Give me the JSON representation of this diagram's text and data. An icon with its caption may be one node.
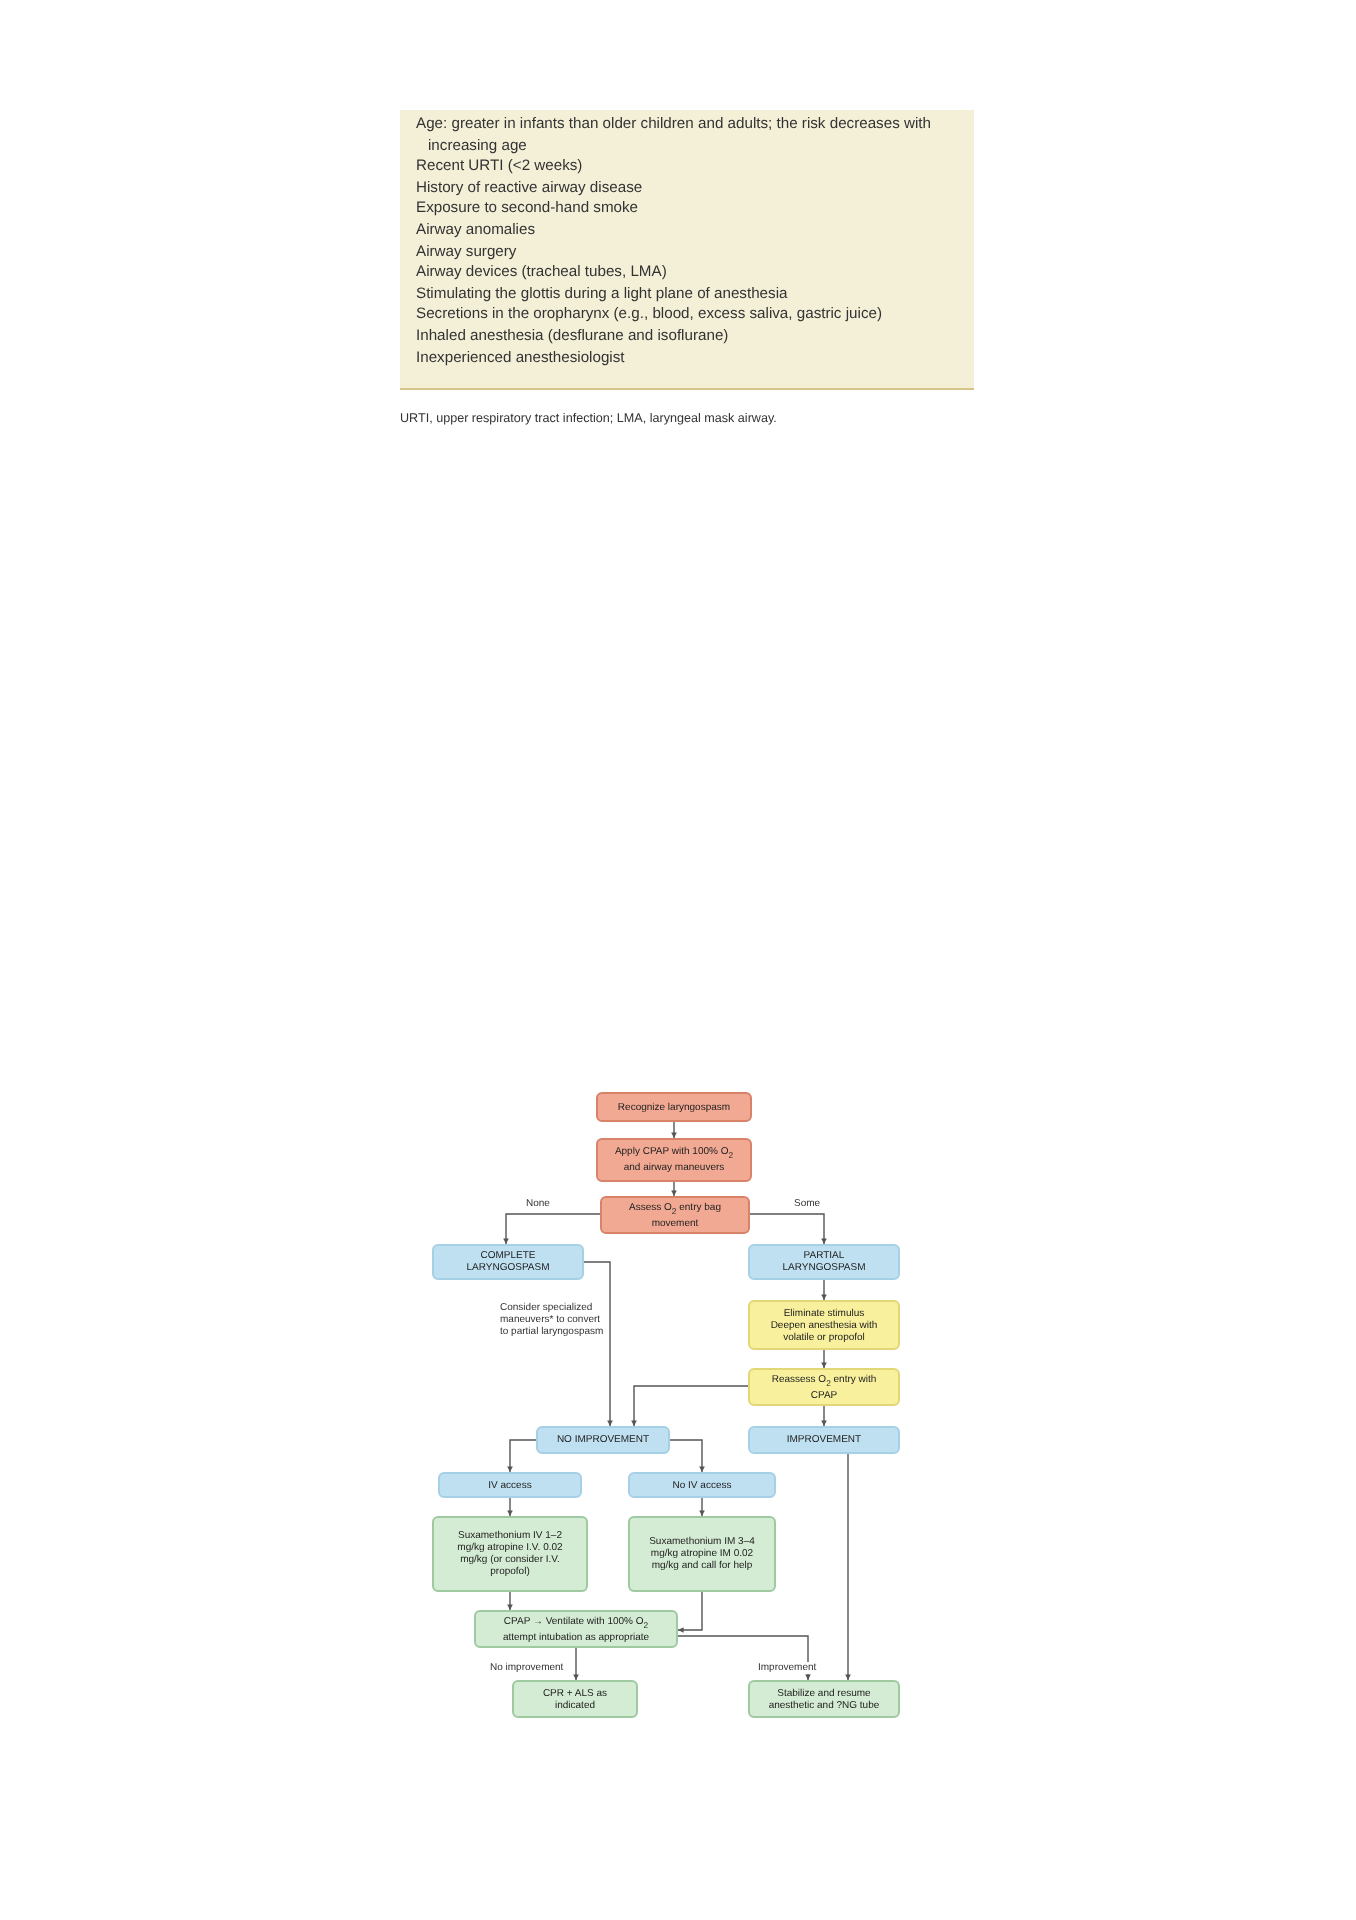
{
  "diagram": {
    "nodes": [
      {
        "text": [
          "Recognize laryngospasm"
        ]
      },
      {
        "text": [
          "Apply CPAP with 100% O$_{2}$ and airway maneuvers"
        ]
      },
      {
        "text": [
          "Assess O$_{2}$ entry bag movement"
        ]
      },
      {
        "text": [
          "COMPLETE LARYNGOSPASM"
        ]
      },
      {
        "text": [
          "PARTIAL LARYNGOSPASM"
        ]
      },
      {
        "text": [
          "Eliminate stimulus Deepen anesthesia with volatile or propofol"
        ]
      },
      {
        "text": [
          "Reassess O$_{2}$ entry with CPAP"
        ]
      },
      {
        "text": [
          "NO IMPROVEMENT"
        ]
      },
      {
        "text": [
          "IMPROVEMENT"
        ]
      },
      {
        "text": [
          "IV access"
        ]
      },
      {
        "text": [
          "No IV access"
        ]
      },
      {
        "text": [
          "Suxamethonium IV 1–2 mg/kg atropine I.V. 0.02 mg/kg (or consider I.V. propofol)"
        ]
      },
      {
        "text": [
          "Suxamethonium IM 3–4 mg/kg atropine IM 0.02 mg/kg and call for help"
        ]
      },
      {
        "text": [
          "CPAP → Ventilate with 100% O$_{2}$ attempt intubation as appropriate"
        ]
      },
      {
        "text": [
          "CPR + ALS as indicated"
        ]
      },
      {
        "text": [
          "Stabilize and resume anesthetic and ?NG tube"
        ]
      }
    ],
    "edges": [
      {
        "from": 0,
        "to": 1,
        "arrow": "to"
      },
      {
        "from": 1,
        "to": 2,
        "arrow": "to"
      },
      {
        "from": 2,
        "to": 3,
        "arrow": "to",
        "label": "None"
      },
      {
        "from": 2,
        "to": 4,
        "arrow": "to",
        "label": "Some"
      },
      {
        "from": 4,
        "to": 5,
        "arrow": "to"
      },
      {
        "from": 5,
        "to": 6,
        "arrow": "to"
      },
      {
        "from": 3,
        "to": 7,
        "arrow": "to"
      },
      {
        "from": 6,
        "to": 7,
        "arrow": "to"
      },
      {
        "from": 6,
        "to": 8,
        "arrow": "to"
      },
      {
        "from": 7,
        "to": 9,
        "arrow": "to"
      },
      {
        "from": 7,
        "to": 10,
        "arrow": "to"
      },
      {
        "from": 9,
        "to": 11,
        "arrow": "to"
      },
      {
        "from": 10,
        "to": 12,
        "arrow": "to"
      },
      {
        "from": 11,
        "to": 13,
        "arrow": "to"
      },
      {
        "from": 12,
        "to": 13,
        "arrow": "to"
      },
      {
        "from": 13,
        "to": 14,
        "arrow": "to",
        "label": "No improvement"
      },
      {
        "from": 13,
        "to": 15,
        "arrow": "to",
        "label": "Improvement"
      },
      {
        "from": 8,
        "to": 15,
        "arrow": "to"
      }
    ],
    "labels": [
      "Age: greater in infants than older children and adults; the risk decreases with increasing age",
      "Recent URTI (<2 weeks)",
      "History of reactive airway disease",
      "Exposure to second-hand smoke",
      "Airway anomalies",
      "Airway surgery",
      "Airway devices (tracheal tubes, LMA)",
      "Stimulating the glottis during a light plane of anesthesia",
      "Secretions in the oropharynx (e.g., blood, excess saliva, gastric juice)",
      "Inhaled anesthesia (desflurane and isoflurane)",
      "Inexperienced anesthesiologist",
      "URTI, upper respiratory tract infection; LMA, laryngeal mask airway.",
      "Consider specialized maneuvers* to convert to partial laryngospasm"
    ]
  }
}
